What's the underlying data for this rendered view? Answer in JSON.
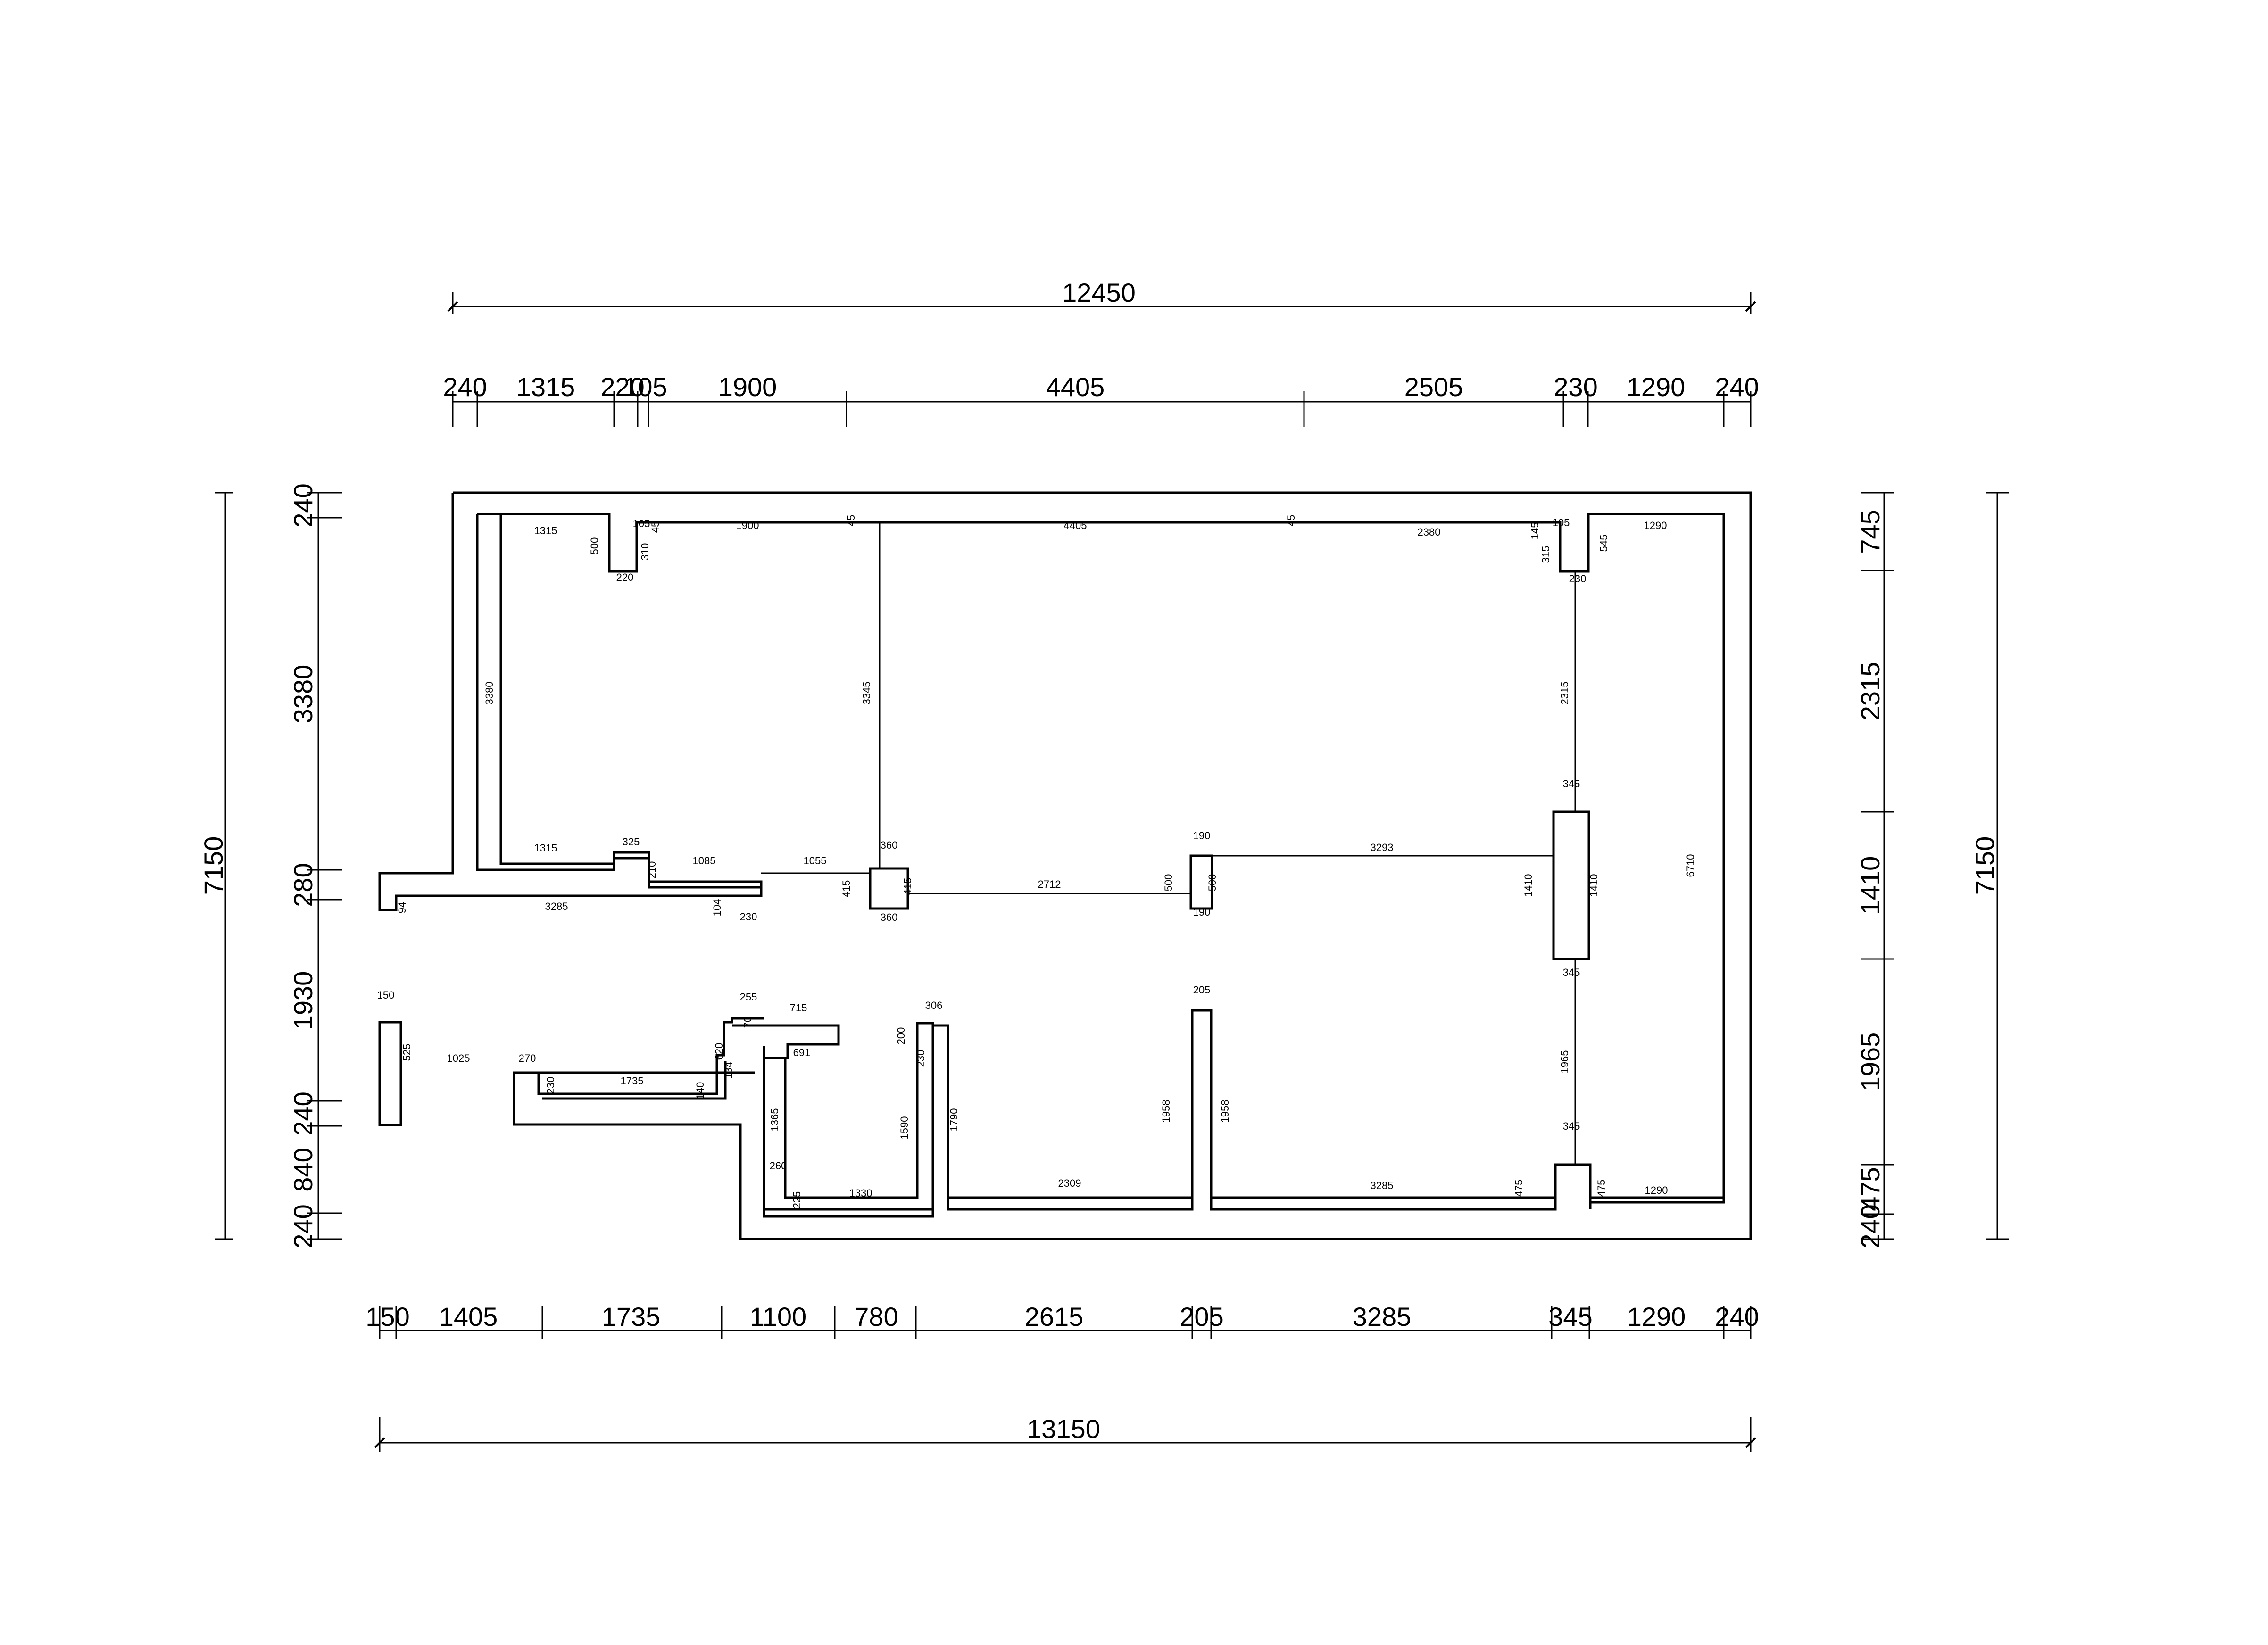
{
  "dims": {
    "top_total": "12450",
    "top": [
      "240",
      "1315",
      "220",
      "105",
      "1900",
      "4405",
      "2505",
      "230",
      "1290",
      "240"
    ],
    "bottom_total": "13150",
    "bottom": [
      "150",
      "1405",
      "1735",
      "1100",
      "780",
      "2615",
      "205",
      "3285",
      "345",
      "1290",
      "240"
    ],
    "left_total": "7150",
    "left": [
      "240",
      "3380",
      "280",
      "1930",
      "240",
      "840",
      "240"
    ],
    "right_total": "7150",
    "right": [
      "745",
      "2315",
      "1410",
      "1965",
      "475",
      "240"
    ]
  },
  "interior": [
    "1315",
    "500",
    "105",
    "45",
    "310",
    "220",
    "1900",
    "45",
    "4405",
    "45",
    "2380",
    "145",
    "105",
    "315",
    "545",
    "230",
    "1290",
    "3380",
    "3345",
    "2315",
    "6710",
    "1315",
    "325",
    "210",
    "1085",
    "1055",
    "360",
    "415",
    "415",
    "360",
    "2712",
    "190",
    "500",
    "500",
    "190",
    "3293",
    "345",
    "1410",
    "1410",
    "345",
    "3285",
    "94",
    "104",
    "230",
    "150",
    "525",
    "1025",
    "270",
    "1735",
    "230",
    "140",
    "134",
    "620",
    "70",
    "255",
    "715",
    "691",
    "1365",
    "260",
    "225",
    "1330",
    "306",
    "200",
    "230",
    "1590",
    "1790",
    "2309",
    "1958",
    "205",
    "1958",
    "3285",
    "475",
    "475",
    "1290",
    "1965",
    "345"
  ]
}
